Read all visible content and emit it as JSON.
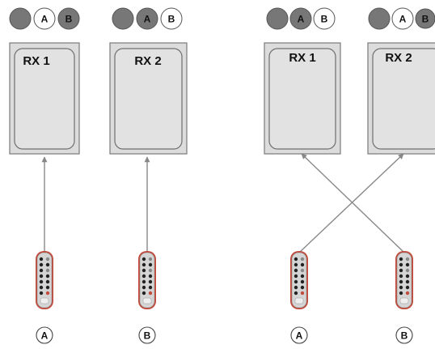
{
  "colors": {
    "receiver_body": "#dedede",
    "receiver_border": "#7a7a7a",
    "indicator_gray": "#777777",
    "indicator_white": "#ffffff",
    "link_line": "#888888",
    "remote_body": "#d3d3d3",
    "remote_red": "#c44a3c",
    "remote_button": "#222222"
  },
  "panels": [
    {
      "receivers": [
        {
          "label": "RX 1",
          "indicators": [
            "empty",
            "A",
            "B-active"
          ]
        },
        {
          "label": "RX 2",
          "indicators": [
            "empty",
            "A-active",
            "B"
          ]
        }
      ],
      "remotes": [
        {
          "label": "A",
          "icon": "remote-control-icon"
        },
        {
          "label": "B",
          "icon": "remote-control-icon"
        }
      ],
      "links": [
        {
          "from": "remote-A",
          "to": "RX 1"
        },
        {
          "from": "remote-B",
          "to": "RX 2"
        }
      ]
    },
    {
      "receivers": [
        {
          "label": "RX 1",
          "indicators": [
            "empty",
            "A-active",
            "B"
          ]
        },
        {
          "label": "RX 2",
          "indicators": [
            "empty",
            "A",
            "B-active"
          ]
        }
      ],
      "remotes": [
        {
          "label": "A",
          "icon": "remote-control-icon"
        },
        {
          "label": "B",
          "icon": "remote-control-icon"
        }
      ],
      "links": [
        {
          "from": "remote-A",
          "to": "RX 2"
        },
        {
          "from": "remote-B",
          "to": "RX 1"
        }
      ]
    }
  ]
}
